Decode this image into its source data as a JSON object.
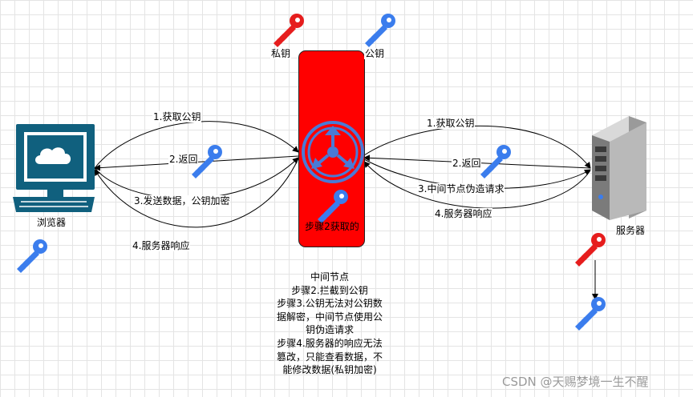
{
  "labels": {
    "private_key": "私钥",
    "public_key": "公钥",
    "browser": "浏览器",
    "server": "服务器",
    "middle_caption": "步骤2获取的"
  },
  "left_edges": {
    "get_pubkey": "1.获取公钥",
    "return": "2.返回",
    "send_data": "3.发送数据，公钥加密",
    "server_response": "4.服务器响应"
  },
  "right_edges": {
    "get_pubkey": "1.获取公钥",
    "return": "2.返回",
    "forge_request": "3.中间节点伪造请求",
    "server_response": "4.服务器响应"
  },
  "note_lines": [
    "中间节点",
    "步骤2.拦截到公钥",
    "步骤3.公钥无法对公钥数",
    "据解密，中间节点使用公",
    "钥伪造请求",
    "步骤4.服务器的响应无法",
    "篡改，只能查看数据，不",
    "能修改数据(私钥加密)"
  ],
  "watermark": "CSDN @天赐梦境一生不醒",
  "colors": {
    "middle_node_fill": "#ff0000",
    "private_key": "#e61d1d",
    "public_key": "#3b7ded",
    "icon_dark": "#10607e",
    "hub_icon": "#4a7ad6"
  }
}
